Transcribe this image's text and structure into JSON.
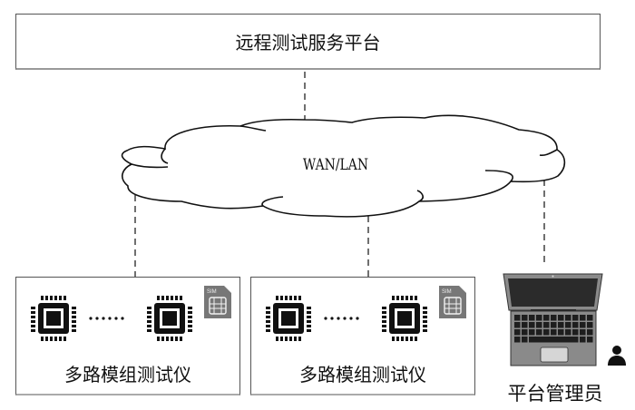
{
  "platform": {
    "title": "远程测试服务平台"
  },
  "network": {
    "label": "WAN/LAN",
    "icon": "cloud-icon"
  },
  "testers": [
    {
      "label": "多路模组测试仪",
      "chip_icon": "chip-icon",
      "separator": "……",
      "sim_icon": "sim-card-icon",
      "sim_text": "SIM"
    },
    {
      "label": "多路模组测试仪",
      "chip_icon": "chip-icon",
      "separator": "……",
      "sim_icon": "sim-card-icon",
      "sim_text": "SIM"
    }
  ],
  "admin": {
    "label": "平台管理员",
    "device_icon": "laptop-icon",
    "person_icon": "user-icon"
  },
  "colors": {
    "line": "#111111",
    "device_gray": "#7a7a7a",
    "screen": "#2b2b2b",
    "keys": "#1e1e1e"
  }
}
